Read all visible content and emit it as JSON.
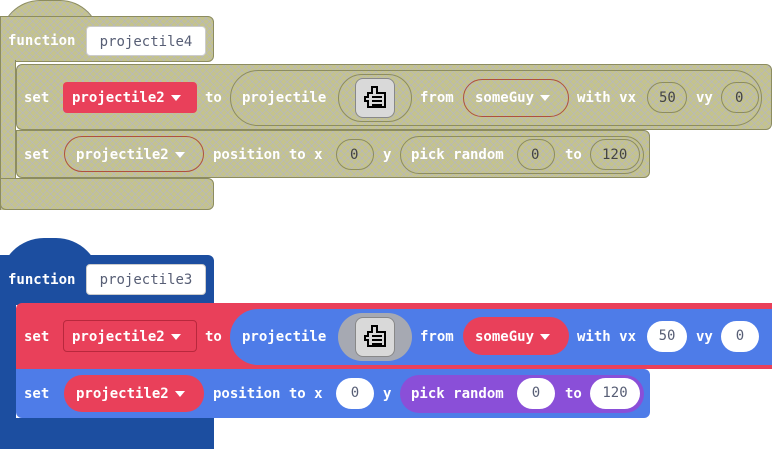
{
  "blocks": [
    {
      "name": "projectile4",
      "state": "disabled",
      "function_label": "function",
      "set1": {
        "label": "set",
        "variable": "projectile2",
        "to_label": "to",
        "create_label": "projectile",
        "from_label": "from",
        "sprite": "someGuy",
        "vx_label": "with vx",
        "vx": "50",
        "vy_label": "vy",
        "vy": "0"
      },
      "set2": {
        "label": "set",
        "variable": "projectile2",
        "position_label": "position to x",
        "x": "0",
        "y_label": "y",
        "random_label": "pick random",
        "min": "0",
        "to_label": "to",
        "max": "120"
      }
    },
    {
      "name": "projectile3",
      "state": "enabled",
      "function_label": "function",
      "set1": {
        "label": "set",
        "variable": "projectile2",
        "to_label": "to",
        "create_label": "projectile",
        "from_label": "from",
        "sprite": "someGuy",
        "vx_label": "with vx",
        "vx": "50",
        "vy_label": "vy",
        "vy": "0"
      },
      "set2": {
        "label": "set",
        "variable": "projectile2",
        "position_label": "position to x",
        "x": "0",
        "y_label": "y",
        "random_label": "pick random",
        "min": "0",
        "to_label": "to",
        "max": "120"
      }
    }
  ],
  "colors": {
    "function_enabled": "#1c4ea0",
    "sprites_red": "#e9405a",
    "sprites_blue": "#4e7ce8",
    "math_purple": "#8a4fd8",
    "disabled_hatch": "#c4c38c"
  },
  "icons": [
    "image-thumbnail-icon",
    "dropdown-arrow-icon"
  ]
}
